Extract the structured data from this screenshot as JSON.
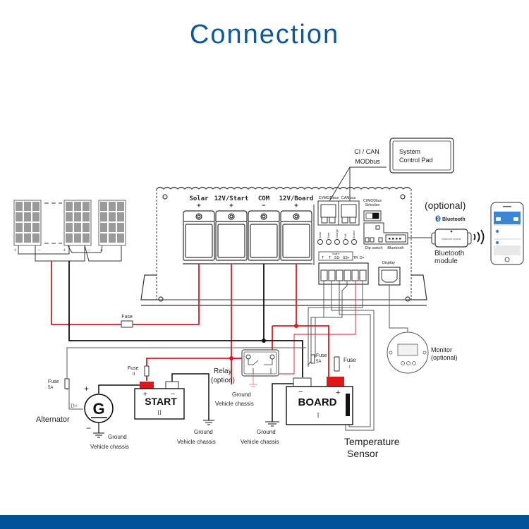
{
  "title": "Connection",
  "colors": {
    "title": "#0a58a3",
    "footer_bar": "#005298",
    "positive_wire": "#e0161b",
    "ground_wire": "#111111",
    "signal_wire": "#555555"
  },
  "controller": {
    "terminals": [
      {
        "label": "Solar",
        "polarity": "+"
      },
      {
        "label": "12V/Start",
        "polarity": "+"
      },
      {
        "label": "COM",
        "polarity": "−"
      },
      {
        "label": "12V/Board",
        "polarity": "+"
      }
    ],
    "ports": {
      "rj45_1": "CI/MODbus",
      "rj45_2": "CANbus",
      "selection_label": "CI/MODbus Selection",
      "leds": [
        "Solar",
        "Start",
        "Charge",
        "Full",
        "Board"
      ],
      "dip_switch": "Dip switch",
      "bluetooth_port": "Bluetooth",
      "board_header": "Board",
      "signal_pins": [
        "T",
        "T",
        "SS-",
        "SS+",
        "TR",
        "D+"
      ],
      "display_port": "Display"
    }
  },
  "comm": {
    "line1": "CI / CAN",
    "line2": "MODbus",
    "control_pad_line1": "System",
    "control_pad_line2": "Control Pad"
  },
  "bluetooth": {
    "optional": "(optional)",
    "brand": "Bluetooth",
    "device_label": "Bluetooth module",
    "module_line1": "Bluetooth",
    "module_line2": "module",
    "signal_icon": ")))"
  },
  "solar": {
    "panel_count": 3,
    "terminals": [
      "+",
      "−",
      "+",
      "−",
      "+"
    ]
  },
  "fuses": {
    "main": "Fuse",
    "alt_label": "Fuse",
    "alt_rating": "5A",
    "start_label": "Fuse",
    "start_num": "II",
    "board_5a_label": "Fuse",
    "board_5a_rating": "5A",
    "board_label": "Fuse",
    "board_num": "I"
  },
  "alternator": {
    "symbol": "G",
    "label": "Alternator",
    "plus": "+",
    "minus": "−",
    "dplus": "D+",
    "ground1": "Ground",
    "ground2": "Vehicle chassis"
  },
  "start_battery": {
    "label": "START",
    "num": "II",
    "plus": "+",
    "minus": "−",
    "ground1": "Ground",
    "ground2": "Vehicle chassis"
  },
  "relay": {
    "line1": "Relay",
    "line2": "(option)",
    "ground1": "Ground",
    "ground2": "Vehicle chassis"
  },
  "board_battery": {
    "label": "BOARD",
    "num": "I",
    "plus": "+",
    "minus": "−",
    "ground1": "Ground",
    "ground2": "Vehicle chassis"
  },
  "temperature": {
    "line1": "Temperature",
    "line2": "Sensor"
  },
  "monitor": {
    "line1": "Monitor",
    "line2": "(optional)"
  }
}
